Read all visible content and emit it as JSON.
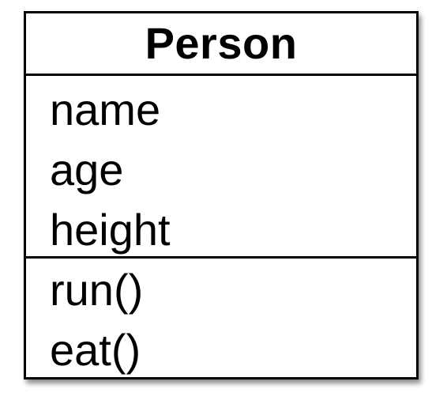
{
  "class": {
    "name": "Person",
    "attributes": [
      "name",
      "age",
      "height"
    ],
    "methods": [
      "run()",
      "eat()"
    ]
  }
}
